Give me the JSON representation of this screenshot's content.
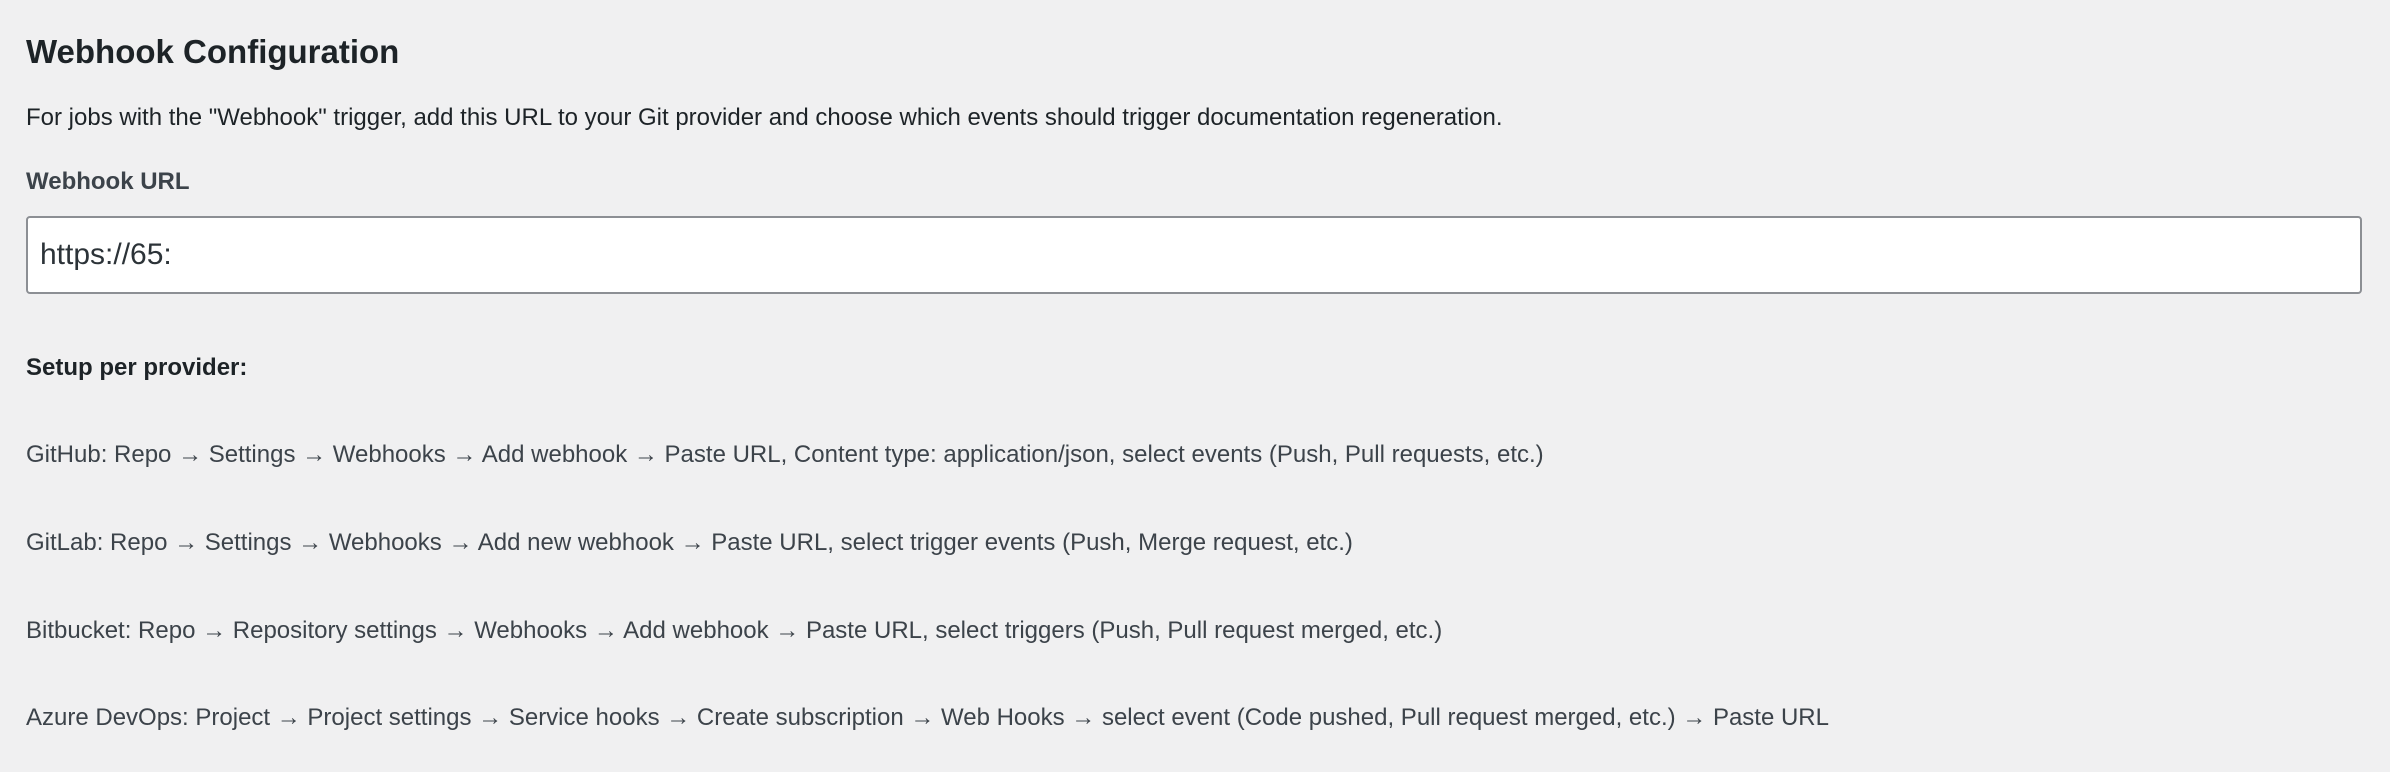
{
  "section": {
    "title": "Webhook Configuration",
    "description": "For jobs with the \"Webhook\" trigger, add this URL to your Git provider and choose which events should trigger documentation regeneration."
  },
  "webhook_url": {
    "label": "Webhook URL",
    "value": "https://65:"
  },
  "setup": {
    "heading": "Setup per provider:",
    "providers": [
      {
        "text": "GitHub: Repo → Settings → Webhooks → Add webhook → Paste URL, Content type: application/json, select events (Push, Pull requests, etc.)"
      },
      {
        "text": "GitLab: Repo → Settings → Webhooks → Add new webhook → Paste URL, select trigger events (Push, Merge request, etc.)"
      },
      {
        "text": "Bitbucket: Repo → Repository settings → Webhooks → Add webhook → Paste URL, select triggers (Push, Pull request merged, etc.)"
      },
      {
        "text": "Azure DevOps: Project → Project settings → Service hooks → Create subscription → Web Hooks → select event (Code pushed, Pull request merged, etc.) → Paste URL"
      }
    ]
  }
}
